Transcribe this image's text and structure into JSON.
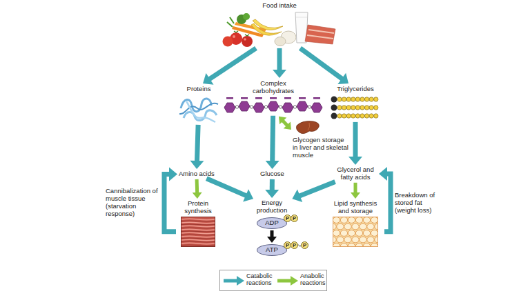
{
  "diagram": {
    "nodes": [
      {
        "text": [
          "Food intake"
        ]
      },
      {
        "text": [
          "Proteins"
        ]
      },
      {
        "text": [
          "Complex carbohydrates"
        ]
      },
      {
        "text": [
          "Triglycerides"
        ]
      },
      {
        "text": [
          "Glycogen storage in liver and skeletal muscle"
        ]
      },
      {
        "text": [
          "Amino acids"
        ]
      },
      {
        "text": [
          "Glucose"
        ]
      },
      {
        "text": [
          "Glycerol and fatty acids"
        ]
      },
      {
        "text": [
          "Protein synthesis"
        ]
      },
      {
        "text": [
          "Energy production"
        ]
      },
      {
        "text": [
          "Lipid synthesis and storage"
        ]
      },
      {
        "text": [
          "ADP"
        ]
      },
      {
        "text": [
          "ATP"
        ]
      }
    ],
    "edges": [
      {
        "from": 0,
        "to": 1,
        "arrow": "to"
      },
      {
        "from": 0,
        "to": 2,
        "arrow": "to"
      },
      {
        "from": 0,
        "to": 3,
        "arrow": "to"
      },
      {
        "from": 2,
        "to": 4,
        "arrow": "both"
      },
      {
        "from": 1,
        "to": 5,
        "arrow": "to"
      },
      {
        "from": 2,
        "to": 6,
        "arrow": "to"
      },
      {
        "from": 3,
        "to": 7,
        "arrow": "to"
      },
      {
        "from": 5,
        "to": 8,
        "arrow": "to"
      },
      {
        "from": 5,
        "to": 9,
        "arrow": "to"
      },
      {
        "from": 6,
        "to": 9,
        "arrow": "to"
      },
      {
        "from": 7,
        "to": 9,
        "arrow": "to"
      },
      {
        "from": 7,
        "to": 10,
        "arrow": "to"
      },
      {
        "from": 8,
        "to": 5,
        "label": "Cannibalization of muscle tissue (starvation response)",
        "arrow": "to"
      },
      {
        "from": 10,
        "to": 7,
        "label": "Breakdown of stored fat (weight loss)",
        "arrow": "to"
      },
      {
        "from": 11,
        "to": 12,
        "arrow": "to"
      }
    ],
    "labels": [
      "P",
      "P",
      "P",
      "P",
      "P"
    ],
    "legend": [
      {
        "text": "Catabolic reactions",
        "color": "#3fa8b3"
      },
      {
        "text": "Anabolic reactions",
        "color": "#8dc63f"
      }
    ]
  }
}
